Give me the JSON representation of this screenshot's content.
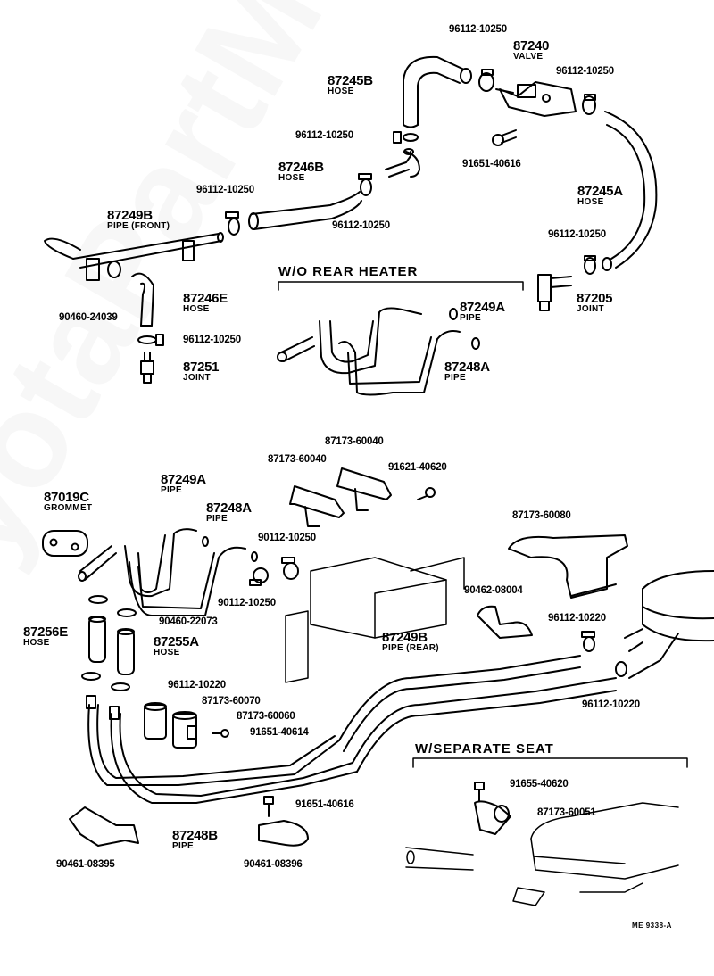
{
  "diagram": {
    "type": "exploded-parts-diagram",
    "figure_code": "ME 9338-A",
    "watermark": "ToyotaPartMine.ru"
  },
  "sections": [
    {
      "id": "wo-rear-heater",
      "title": "W/O REAR HEATER"
    },
    {
      "id": "w-separate-seat",
      "title": "W/SEPARATE SEAT"
    }
  ],
  "parts": {
    "p87240": {
      "number": "87240",
      "name": "VALVE"
    },
    "p87245B": {
      "number": "87245B",
      "name": "HOSE"
    },
    "p87245A": {
      "number": "87245A",
      "name": "HOSE"
    },
    "p87246B": {
      "number": "87246B",
      "name": "HOSE"
    },
    "p87246E": {
      "number": "87246E",
      "name": "HOSE"
    },
    "p87249B_front": {
      "number": "87249B",
      "name": "PIPE (FRONT)"
    },
    "p87251": {
      "number": "87251",
      "name": "JOINT"
    },
    "p87205": {
      "number": "87205",
      "name": "JOINT"
    },
    "p87249A_wo": {
      "number": "87249A",
      "name": "PIPE"
    },
    "p87248A_wo": {
      "number": "87248A",
      "name": "PIPE"
    },
    "p87019C": {
      "number": "87019C",
      "name": "GROMMET"
    },
    "p87249A": {
      "number": "87249A",
      "name": "PIPE"
    },
    "p87248A": {
      "number": "87248A",
      "name": "PIPE"
    },
    "p87256E": {
      "number": "87256E",
      "name": "HOSE"
    },
    "p87255A": {
      "number": "87255A",
      "name": "HOSE"
    },
    "p87249B_rear": {
      "number": "87249B",
      "name": "PIPE (REAR)"
    },
    "p87248B": {
      "number": "87248B",
      "name": "PIPE"
    }
  },
  "numbers": {
    "c1": "96112-10250",
    "c2": "96112-10250",
    "c3": "96112-10250",
    "c4": "91651-40616",
    "c5": "96112-10250",
    "c6": "96112-10250",
    "c7": "90460-24039",
    "c8": "96112-10250",
    "c9": "96112-10250",
    "c10": "87173-60040",
    "c11": "87173-60040",
    "c12": "91621-40620",
    "c13": "87173-60080",
    "c14": "90112-10250",
    "c15": "90112-10250",
    "c16": "90460-22073",
    "c17": "90462-08004",
    "c18": "96112-10220",
    "c19": "96112-10220",
    "c20": "96112-10220",
    "c21": "87173-60070",
    "c22": "87173-60060",
    "c23": "91651-40614",
    "c24": "91651-40616",
    "c25": "90461-08395",
    "c26": "90461-08396",
    "c27": "91655-40620",
    "c28": "87173-60051"
  }
}
